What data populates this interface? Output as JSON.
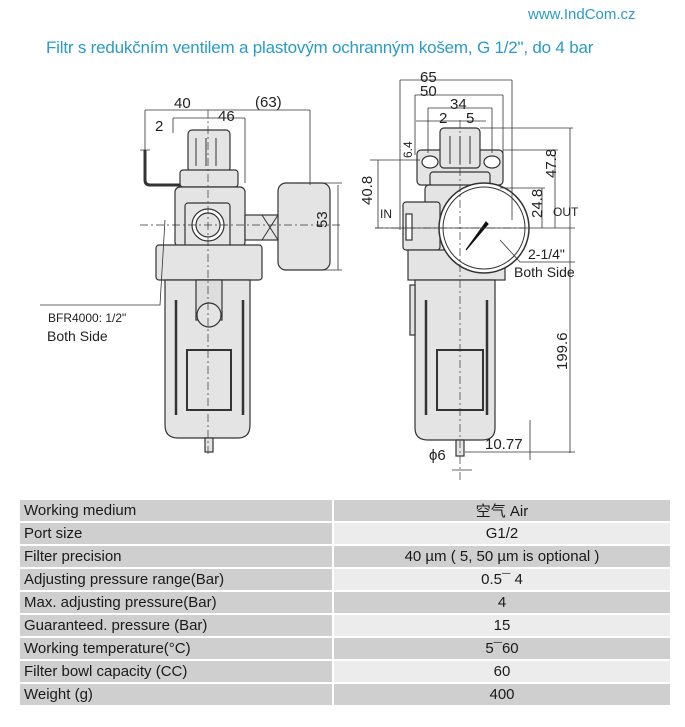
{
  "header": {
    "website": "www.IndCom.cz",
    "title": "Filtr s redukčním ventilem a plastovým ochranným košem, G 1/2\", do  4 bar"
  },
  "left_view": {
    "dim_40": "40",
    "dim_46": "46",
    "dim_63": "(63)",
    "dim_2": "2",
    "dim_53": "53",
    "port_label": "BFR4000: 1/2\"",
    "port_note": "Both Side"
  },
  "right_view": {
    "dim_65": "65",
    "dim_50": "50",
    "dim_34": "34",
    "dim_2": "2",
    "dim_5": "5",
    "dim_6_4": "6.4",
    "dim_40_8": "40.8",
    "in_label": "IN",
    "dim_47_8": "47.8",
    "dim_24_8": "24.8",
    "out_label": "OUT",
    "gauge_port": "2-1/4\"",
    "gauge_note": "Both Side",
    "dim_199_6": "199.6",
    "dim_10_77": "10.77",
    "dim_phi6": "ϕ6"
  },
  "specs": [
    {
      "label": "Working medium",
      "value": "空气  Air"
    },
    {
      "label": "Port size",
      "value": "G1/2"
    },
    {
      "label": "Filter precision",
      "value": "40 µm ( 5, 50 µm is optional )"
    },
    {
      "label": "Adjusting pressure range(Bar)",
      "value": "0.5¯ 4"
    },
    {
      "label": "Max. adjusting pressure(Bar)",
      "value": "4"
    },
    {
      "label": "Guaranteed. pressure (Bar)",
      "value": "15"
    },
    {
      "label": "Working temperature(°C)",
      "value": "5¯60"
    },
    {
      "label": "Filter bowl capacity (CC)",
      "value": "60"
    },
    {
      "label": "Weight (g)",
      "value": "400"
    }
  ]
}
